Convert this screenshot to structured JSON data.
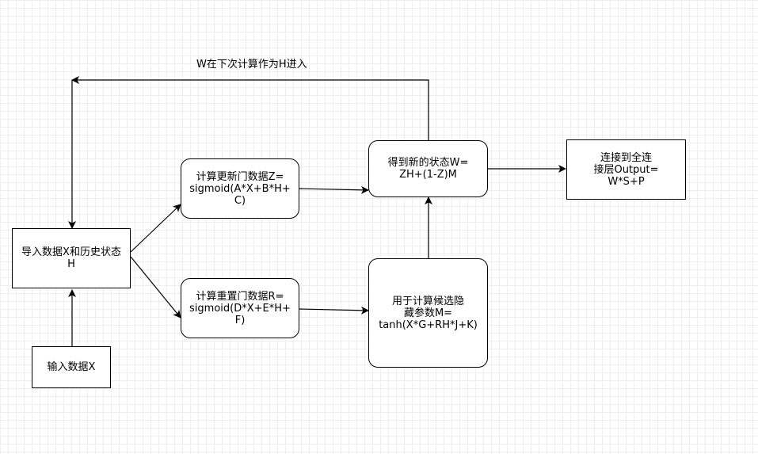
{
  "diagram": {
    "nodes": {
      "input_x": "输入数据X",
      "import": "导入数据X和历史状态\nH",
      "update_gate": "计算更新门数据Z=\nsigmoid(A*X+B*H+C)",
      "reset_gate": "计算重置门数据R=\nsigmoid(D*X+E*H+F)",
      "candidate": "用于计算候选隐\n藏参数M=\ntanh(X*G+RH*J+K)",
      "new_state": "得到新的状态W=\nZH+(1-Z)M",
      "output": "连接到全连\n接层Output=\nW*S+P"
    },
    "feedback_label": "W在下次计算作为H进入"
  }
}
